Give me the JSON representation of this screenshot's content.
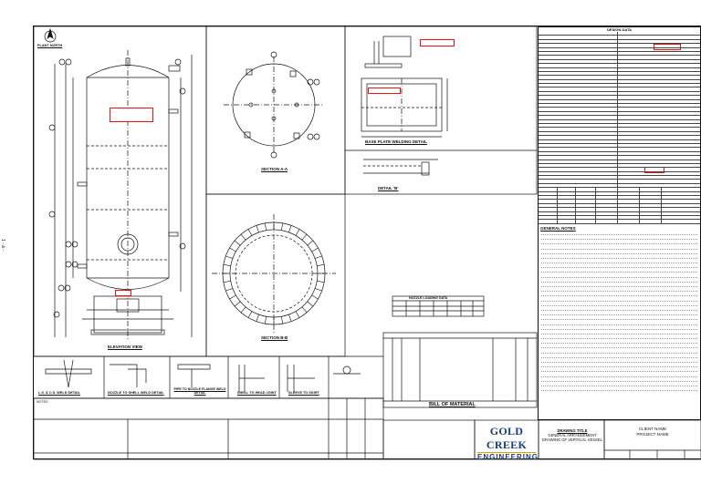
{
  "left_margin_text": "1 - ∆ -",
  "views": {
    "plant_north": "PLANT NORTH",
    "elevation": "ELEVATION VIEW",
    "section_a": "SECTION A-A",
    "section_b": "SECTION B-B",
    "base_plate_detail": "BASE PLATE WELDING DETAIL",
    "detail_b": "DETAIL 'B'",
    "detail_1": "L.S. & C.S. WELD DETAIL",
    "detail_2": "NOZZLE TO SHELL WELD DETAIL",
    "detail_3": "PIPE TO NOZZLE FLANGE WELD DETAIL",
    "detail_4": "SHELL TO HEAD JOINT",
    "detail_5": "SLEEVE TO SKIRT"
  },
  "nozzle_table": {
    "title": "NOZZLE LOADING DATA"
  },
  "bom": {
    "title": "BILL OF MATERIAL"
  },
  "datasheet": {
    "title": "DESIGN DATA",
    "notes_title": "GENERAL NOTES"
  },
  "notes_label": "NOTES",
  "title_block": {
    "company_line1": "GOLD CREEK",
    "company_line2": "ENGINEERING",
    "drawing_title": "DRAWING TITLE",
    "drawing_sub1": "GENERAL ARRANGEMENT",
    "drawing_sub2": "DRAWING OF VERTICAL VESSEL",
    "client": "CLIENT NAME",
    "project": "PROJECT NAME"
  },
  "colors": {
    "line": "#111111",
    "redline": "#e11111",
    "brand": "#1a3c7d",
    "brand_accent": "#d9a400"
  }
}
